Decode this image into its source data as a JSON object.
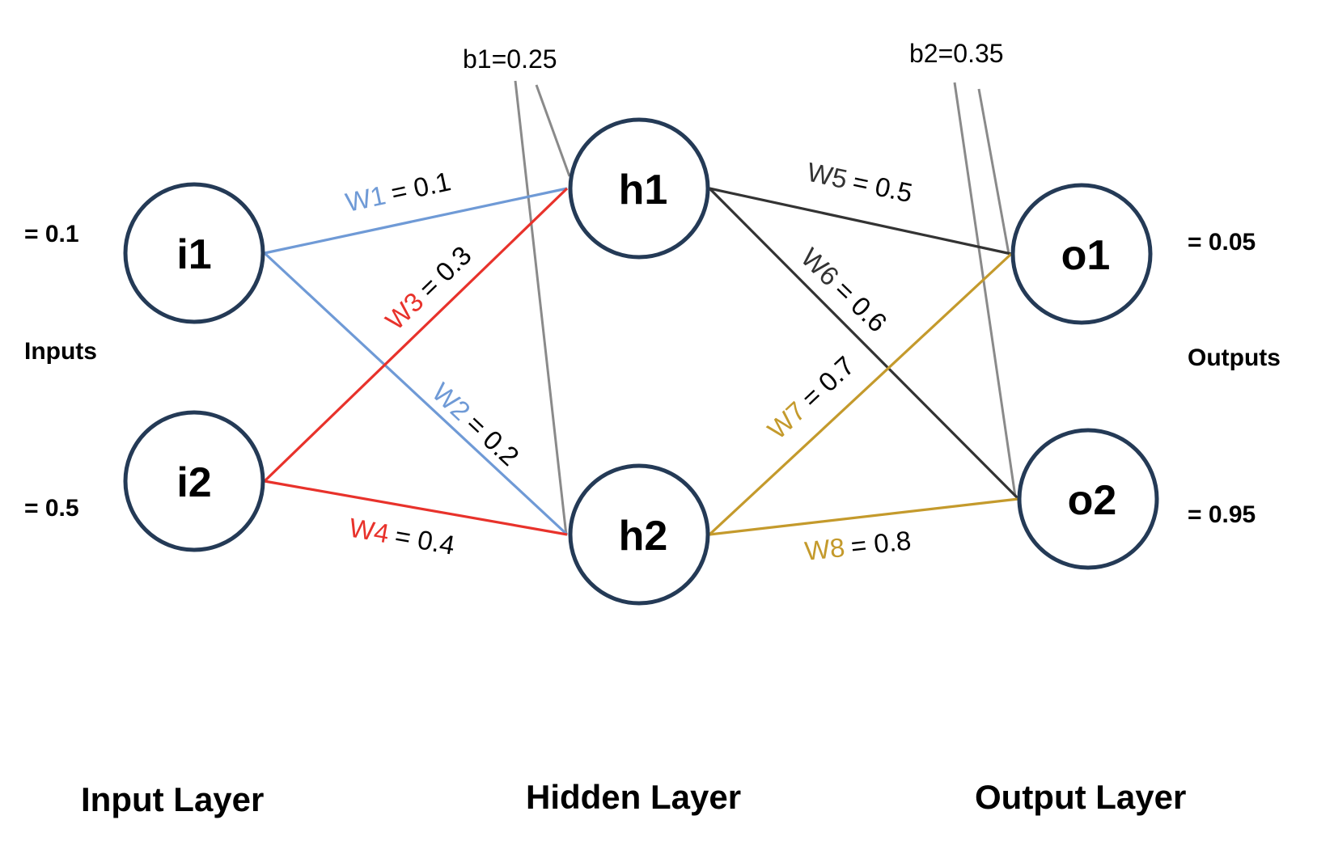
{
  "colors": {
    "blue": "#6f9ad6",
    "red": "#e8322b",
    "dark": "#333333",
    "gold": "#c49a2c",
    "gray": "#8a8a8a",
    "node_stroke": "#243a56"
  },
  "nodes": {
    "i1": "i1",
    "i2": "i2",
    "h1": "h1",
    "h2": "h2",
    "o1": "o1",
    "o2": "o2"
  },
  "inputs": {
    "i1_value": "= 0.1",
    "i2_value": "= 0.5",
    "label": "Inputs"
  },
  "outputs": {
    "o1_value": "= 0.05",
    "o2_value": "= 0.95",
    "label": "Outputs"
  },
  "biases": {
    "b1": "b1=0.25",
    "b2": "b2=0.35"
  },
  "weights": [
    {
      "name": "W1",
      "value": "= 0.1",
      "color": "#6f9ad6"
    },
    {
      "name": "W2",
      "value": "= 0.2",
      "color": "#6f9ad6"
    },
    {
      "name": "W3",
      "value": "= 0.3",
      "color": "#e8322b"
    },
    {
      "name": "W4",
      "value": "= 0.4",
      "color": "#e8322b"
    },
    {
      "name": "W5",
      "value": "= 0.5",
      "color": "#333333"
    },
    {
      "name": "W6",
      "value": "= 0.6",
      "color": "#333333"
    },
    {
      "name": "W7",
      "value": "= 0.7",
      "color": "#c49a2c"
    },
    {
      "name": "W8",
      "value": "= 0.8",
      "color": "#c49a2c"
    }
  ],
  "layers": {
    "input": "Input Layer",
    "hidden": "Hidden Layer",
    "output": "Output Layer"
  }
}
